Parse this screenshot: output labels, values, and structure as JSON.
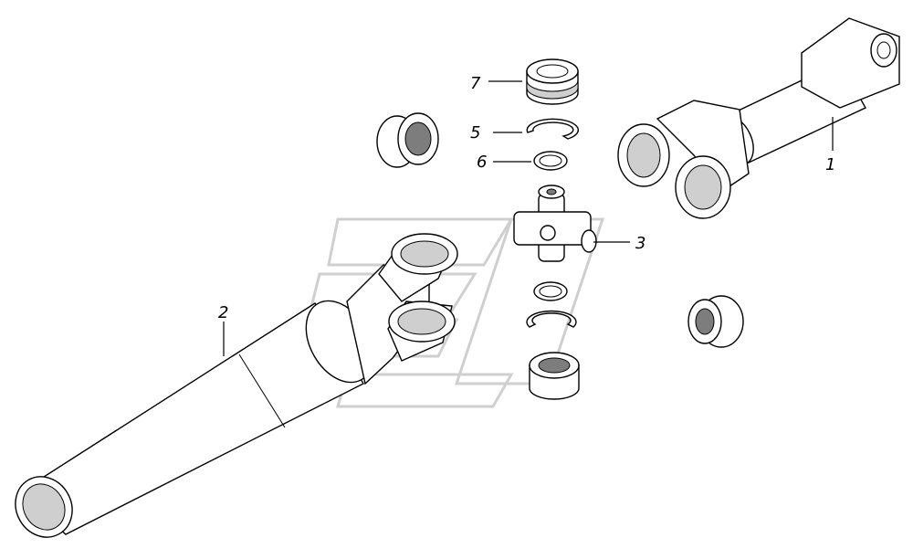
{
  "callouts": {
    "c1": "1",
    "c2": "2",
    "c3": "3",
    "c5": "5",
    "c6": "6",
    "c7": "7"
  },
  "colors": {
    "line": "#000000",
    "background": "#ffffff",
    "watermark": "#cfcfcf",
    "shading": "#cfcfcf"
  }
}
